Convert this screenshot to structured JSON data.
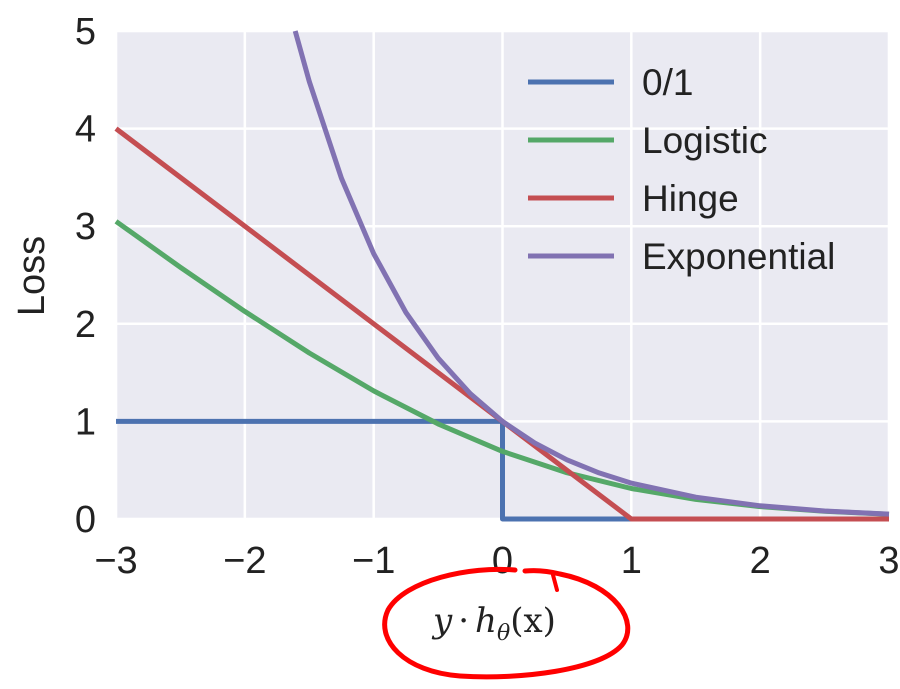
{
  "chart_data": {
    "type": "line",
    "xlabel": "y · h_θ(x)",
    "xlabel_parts": {
      "y": "y",
      "dot": "·",
      "h": "h",
      "sub": "θ",
      "arg": "(x)"
    },
    "ylabel": "Loss",
    "xlim": [
      -3,
      3
    ],
    "ylim": [
      0,
      5
    ],
    "xticks": [
      -3,
      -2,
      -1,
      0,
      1,
      2,
      3
    ],
    "xtick_labels": [
      "−3",
      "−2",
      "−1",
      "0",
      "1",
      "2",
      "3"
    ],
    "yticks": [
      0,
      1,
      2,
      3,
      4,
      5
    ],
    "ytick_labels": [
      "0",
      "1",
      "2",
      "3",
      "4",
      "5"
    ],
    "grid": true,
    "legend": "upper-right",
    "background": "#eaeaf2",
    "annotation": {
      "type": "hand-drawn ellipse around x-axis label",
      "color": "#ff0000"
    },
    "series": [
      {
        "name": "0/1",
        "color": "#4c72b0",
        "x": [
          -3,
          0,
          0,
          3
        ],
        "y": [
          1,
          1,
          0,
          0
        ]
      },
      {
        "name": "Logistic",
        "color": "#55a868",
        "x": [
          -3,
          -2.5,
          -2,
          -1.5,
          -1,
          -0.5,
          0,
          0.5,
          1,
          1.5,
          2,
          2.5,
          3
        ],
        "y": [
          3.049,
          2.579,
          2.127,
          1.701,
          1.313,
          0.974,
          0.693,
          0.474,
          0.313,
          0.201,
          0.127,
          0.079,
          0.049
        ]
      },
      {
        "name": "Hinge",
        "color": "#c44e52",
        "x": [
          -3,
          1,
          3
        ],
        "y": [
          4,
          0,
          0
        ]
      },
      {
        "name": "Exponential",
        "color": "#8172b2",
        "x": [
          -1.609,
          -1.5,
          -1.25,
          -1,
          -0.75,
          -0.5,
          -0.25,
          0,
          0.25,
          0.5,
          0.75,
          1,
          1.5,
          2,
          2.5,
          3
        ],
        "y": [
          5.0,
          4.482,
          3.49,
          2.718,
          2.117,
          1.649,
          1.284,
          1.0,
          0.779,
          0.607,
          0.472,
          0.368,
          0.223,
          0.135,
          0.082,
          0.05
        ]
      }
    ]
  }
}
